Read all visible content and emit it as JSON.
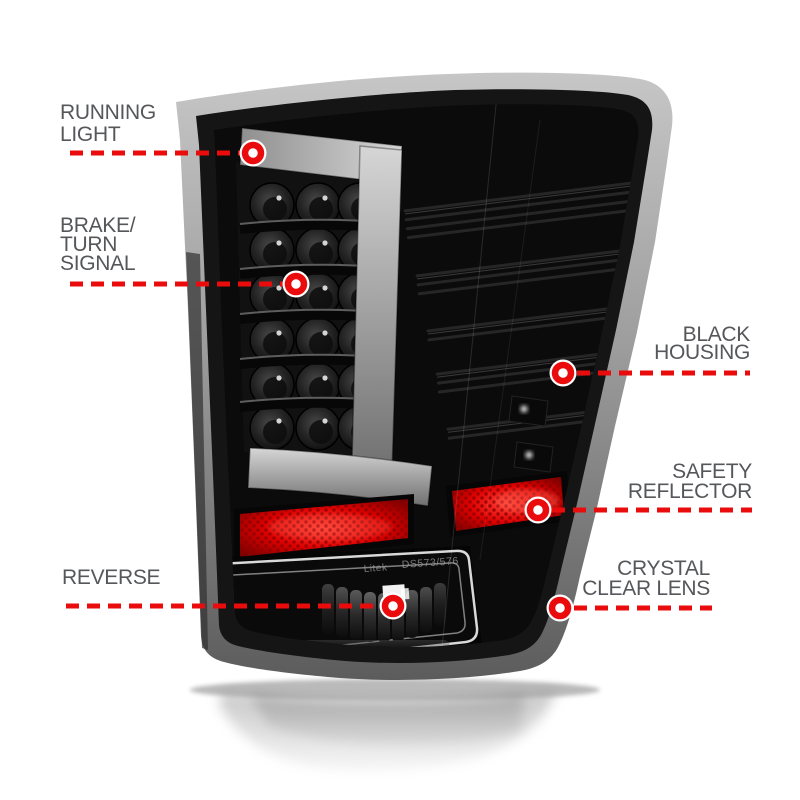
{
  "colors": {
    "accent_red": "#ea0c0c",
    "label_gray": "#56575a",
    "reflector_red": "#d40000",
    "background": "#ffffff"
  },
  "lamp": {
    "lens_text_brand": "Litek",
    "lens_text_code": "DS573/576"
  },
  "callouts": {
    "running_light": {
      "lines": [
        "RUNNING",
        "LIGHT"
      ]
    },
    "brake_turn_signal": {
      "lines": [
        "BRAKE/",
        "TURN",
        "SIGNAL"
      ]
    },
    "black_housing": {
      "lines": [
        "BLACK",
        "HOUSING"
      ]
    },
    "safety_reflector": {
      "lines": [
        "SAFETY",
        "REFLECTOR"
      ]
    },
    "crystal_clear_lens": {
      "lines": [
        "CRYSTAL",
        "CLEAR LENS"
      ]
    },
    "reverse": {
      "lines": [
        "REVERSE"
      ]
    }
  }
}
